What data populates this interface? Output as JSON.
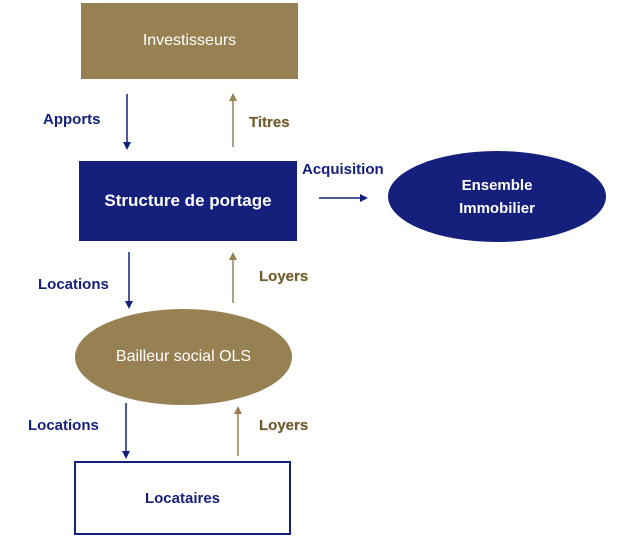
{
  "nodes": {
    "investisseurs": "Investisseurs",
    "structure": "Structure de portage",
    "ensemble_line1": "Ensemble",
    "ensemble_line2": "Immobilier",
    "bailleur": "Bailleur social OLS",
    "locataires": "Locataires"
  },
  "edges": {
    "apports": "Apports",
    "titres": "Titres",
    "acquisition": "Acquisition",
    "locations_1": "Locations",
    "loyers_1": "Loyers",
    "locations_2": "Locations",
    "loyers_2": "Loyers"
  },
  "colors": {
    "navy": "#15207d",
    "gold": "#978153",
    "gold_text": "#6e5b2f"
  }
}
